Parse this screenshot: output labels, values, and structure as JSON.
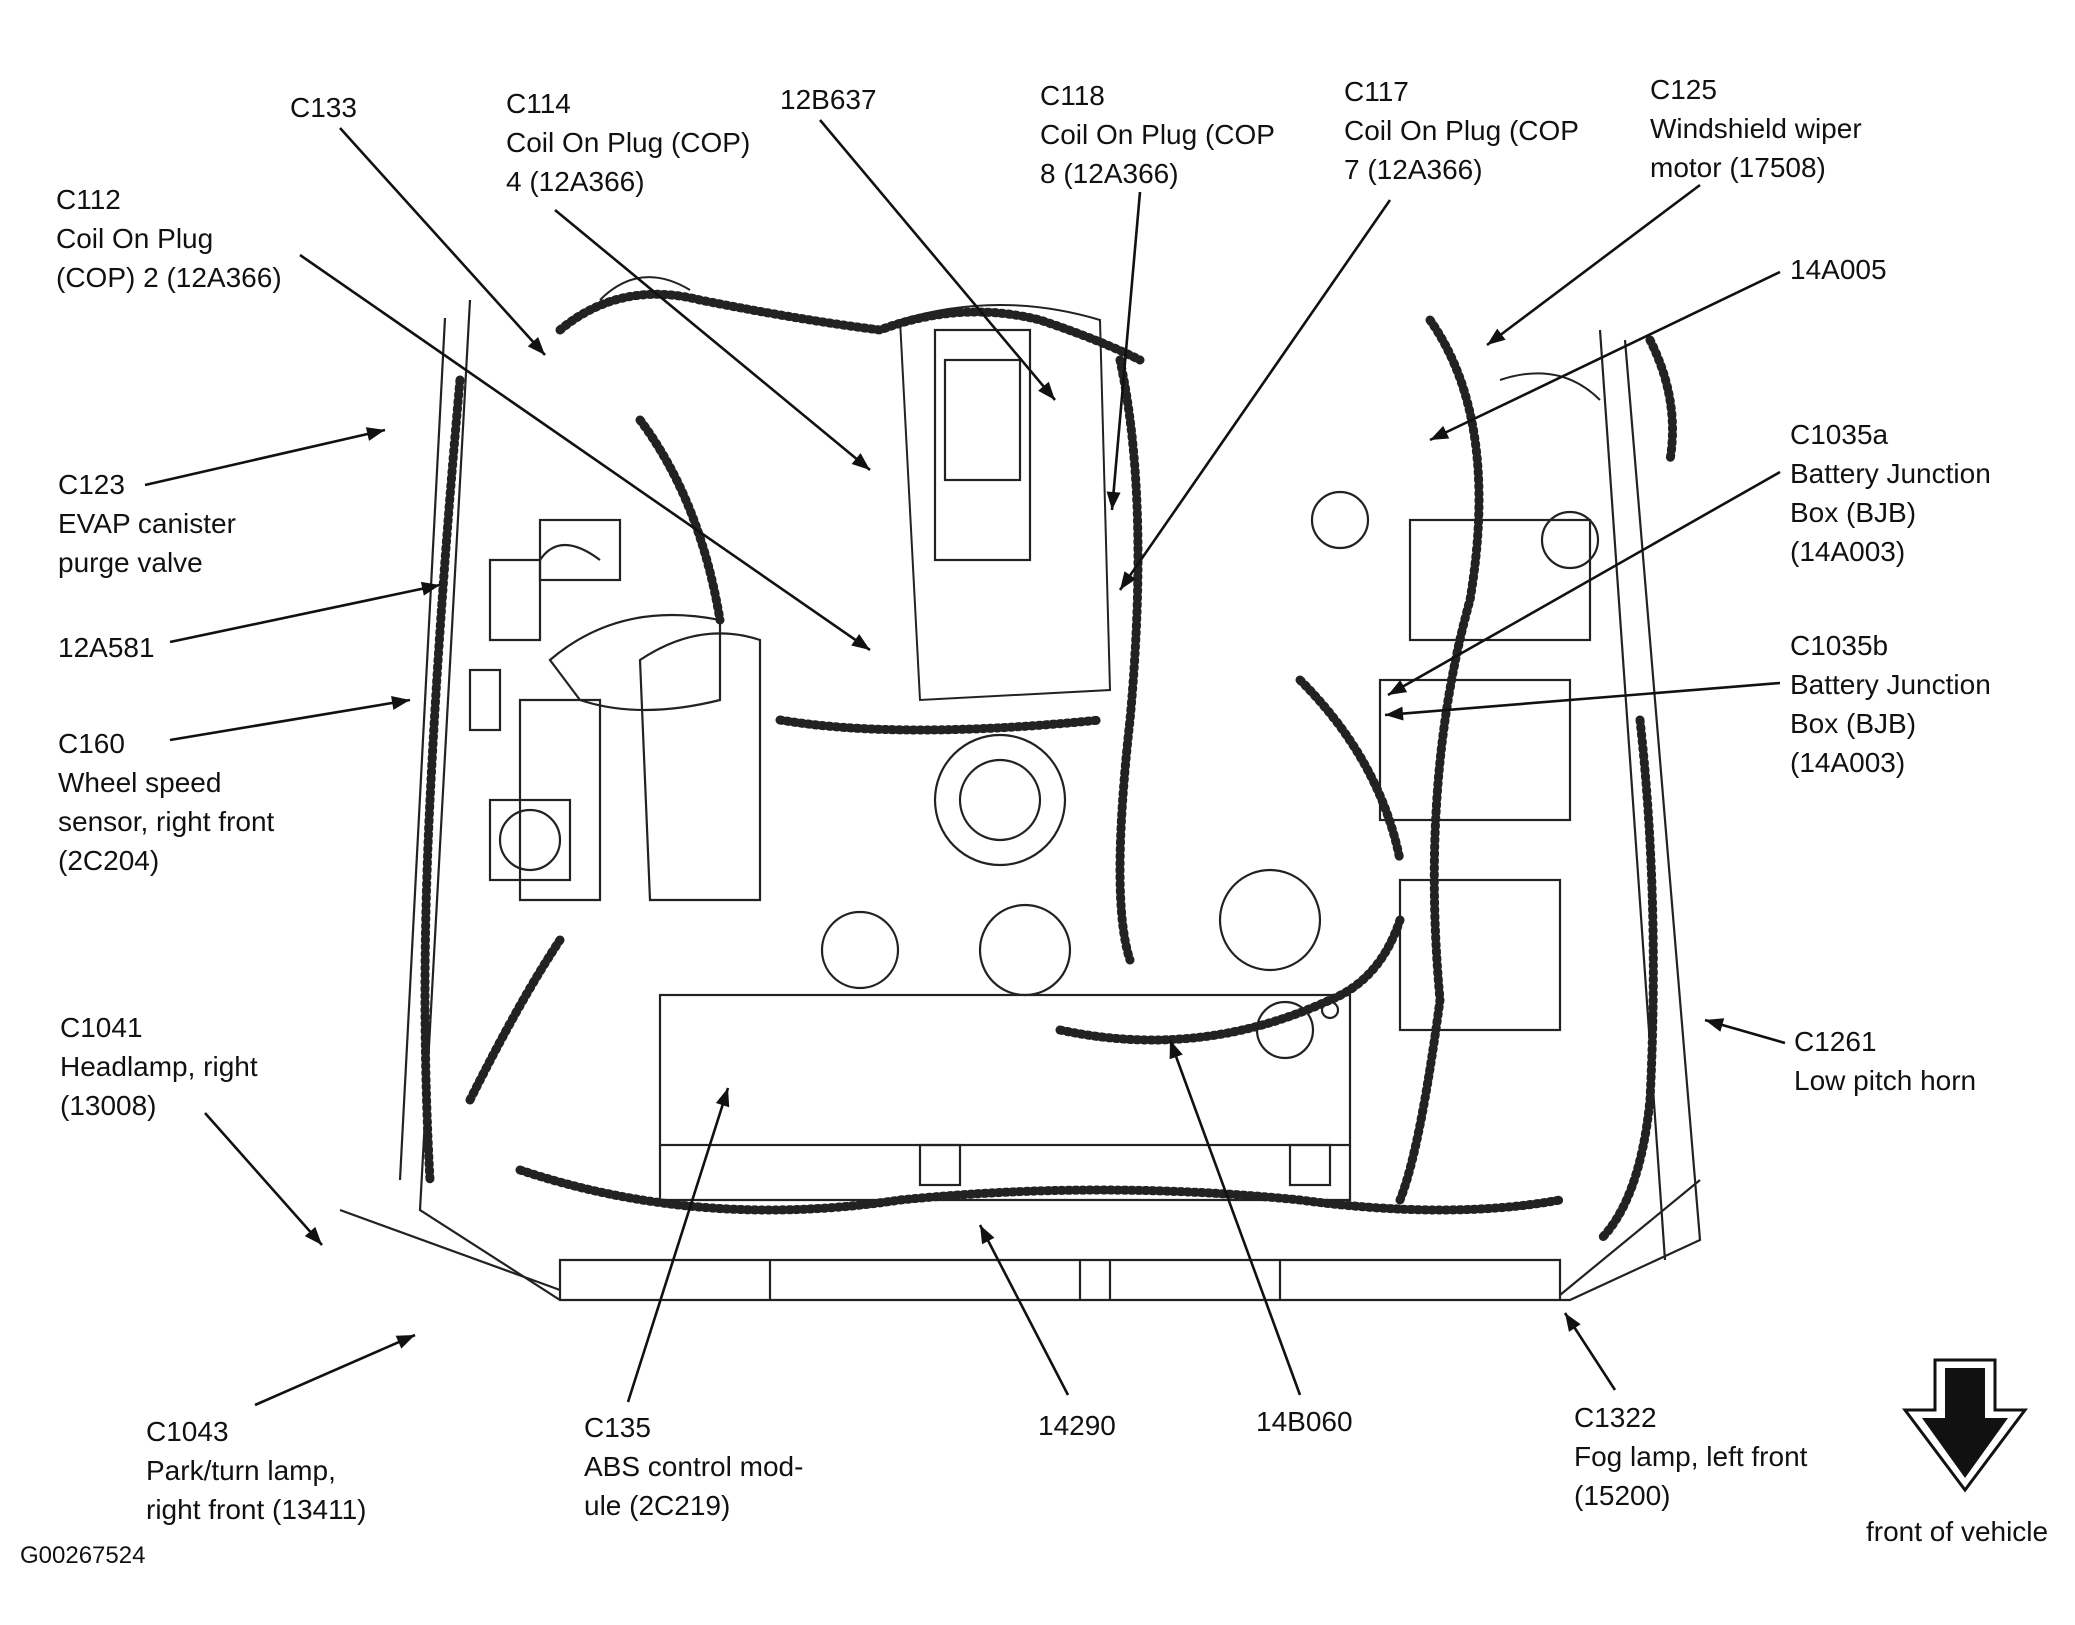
{
  "figure_id": "G00267524",
  "orientation_label": "front of vehicle",
  "callouts": [
    {
      "id": "c133",
      "lines": [
        "C133"
      ]
    },
    {
      "id": "c114",
      "lines": [
        "C114",
        "Coil On Plug (COP)",
        "4 (12A366)"
      ]
    },
    {
      "id": "h12b637",
      "lines": [
        "12B637"
      ]
    },
    {
      "id": "c118",
      "lines": [
        "C118",
        "Coil On Plug (COP",
        "8 (12A366)"
      ]
    },
    {
      "id": "c117",
      "lines": [
        "C117",
        "Coil On Plug (COP",
        "7 (12A366)"
      ]
    },
    {
      "id": "c125",
      "lines": [
        "C125",
        "Windshield wiper",
        "motor (17508)"
      ]
    },
    {
      "id": "c112",
      "lines": [
        "C112",
        "Coil On Plug",
        "(COP) 2 (12A366)"
      ]
    },
    {
      "id": "h14a005",
      "lines": [
        "14A005"
      ]
    },
    {
      "id": "c123",
      "lines": [
        "C123",
        "EVAP canister",
        "purge valve"
      ]
    },
    {
      "id": "c1035a",
      "lines": [
        "C1035a",
        "Battery Junction",
        "Box (BJB)",
        "(14A003)"
      ]
    },
    {
      "id": "h12a581",
      "lines": [
        "12A581"
      ]
    },
    {
      "id": "c1035b",
      "lines": [
        "C1035b",
        "Battery Junction",
        "Box (BJB)",
        "(14A003)"
      ]
    },
    {
      "id": "c160",
      "lines": [
        "C160",
        "Wheel speed",
        "sensor, right front",
        "(2C204)"
      ]
    },
    {
      "id": "c1041",
      "lines": [
        "C1041",
        "Headlamp, right",
        "(13008)"
      ]
    },
    {
      "id": "c1261",
      "lines": [
        "C1261",
        "Low pitch horn"
      ]
    },
    {
      "id": "c1043",
      "lines": [
        "C1043",
        "Park/turn lamp,",
        "right front (13411)"
      ]
    },
    {
      "id": "c135",
      "lines": [
        "C135",
        "ABS control mod-",
        "ule (2C219)"
      ]
    },
    {
      "id": "h14290",
      "lines": [
        "14290"
      ]
    },
    {
      "id": "h14b060",
      "lines": [
        "14B060"
      ]
    },
    {
      "id": "c1322",
      "lines": [
        "C1322",
        "Fog lamp, left front",
        "(15200)"
      ]
    }
  ]
}
